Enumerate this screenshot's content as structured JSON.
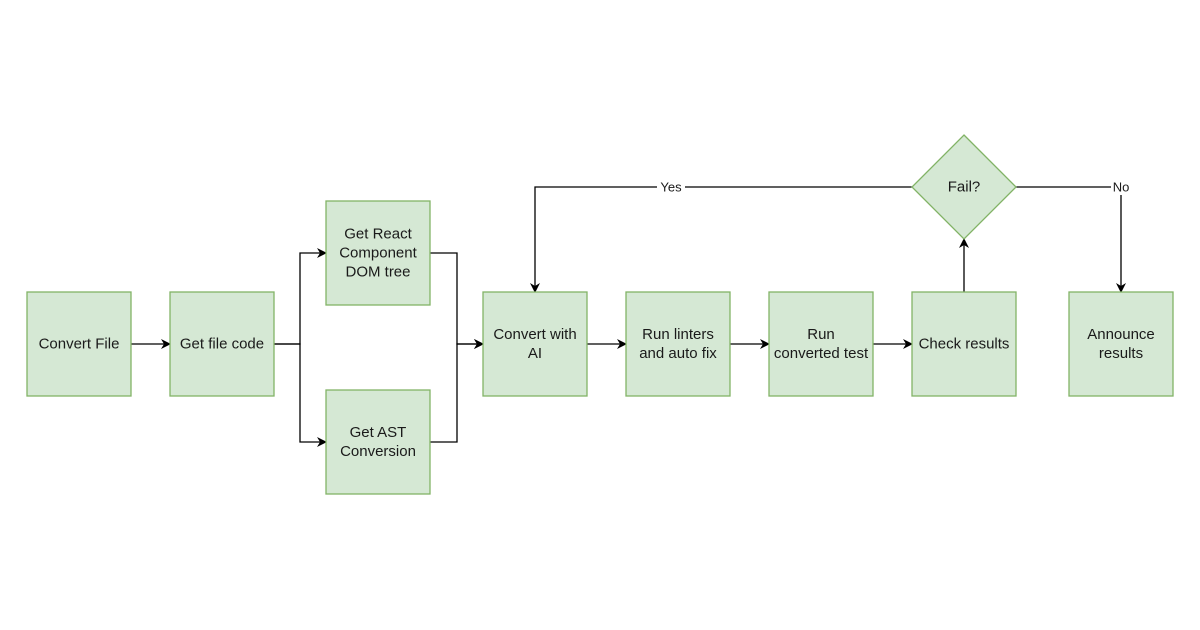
{
  "colors": {
    "node_fill": "#d5e8d4",
    "node_stroke": "#82b366",
    "edge": "#000000",
    "background": "#ffffff"
  },
  "nodes": [
    {
      "id": "convert-file",
      "shape": "rect",
      "lines": [
        "Convert File"
      ]
    },
    {
      "id": "get-file-code",
      "shape": "rect",
      "lines": [
        "Get file code"
      ]
    },
    {
      "id": "get-react-dom",
      "shape": "rect",
      "lines": [
        "Get React",
        "Component",
        "DOM tree"
      ]
    },
    {
      "id": "get-ast",
      "shape": "rect",
      "lines": [
        "Get AST",
        "Conversion"
      ]
    },
    {
      "id": "convert-ai",
      "shape": "rect",
      "lines": [
        "Convert with",
        "AI"
      ]
    },
    {
      "id": "run-linters",
      "shape": "rect",
      "lines": [
        "Run linters",
        "and auto fix"
      ]
    },
    {
      "id": "run-test",
      "shape": "rect",
      "lines": [
        "Run",
        "converted test"
      ]
    },
    {
      "id": "check-results",
      "shape": "rect",
      "lines": [
        "Check results"
      ]
    },
    {
      "id": "fail-decision",
      "shape": "diamond",
      "lines": [
        "Fail?"
      ]
    },
    {
      "id": "announce-results",
      "shape": "rect",
      "lines": [
        "Announce",
        "results"
      ]
    }
  ],
  "edges": [
    {
      "id": "convert-file-to-get-file-code",
      "from": "convert-file",
      "to": "get-file-code",
      "label": ""
    },
    {
      "id": "get-file-code-to-get-react-dom",
      "from": "get-file-code",
      "to": "get-react-dom",
      "label": ""
    },
    {
      "id": "get-file-code-to-get-ast",
      "from": "get-file-code",
      "to": "get-ast",
      "label": ""
    },
    {
      "id": "get-react-dom-to-convert-ai",
      "from": "get-react-dom",
      "to": "convert-ai",
      "label": ""
    },
    {
      "id": "get-ast-to-convert-ai",
      "from": "get-ast",
      "to": "convert-ai",
      "label": ""
    },
    {
      "id": "convert-ai-to-run-linters",
      "from": "convert-ai",
      "to": "run-linters",
      "label": ""
    },
    {
      "id": "run-linters-to-run-test",
      "from": "run-linters",
      "to": "run-test",
      "label": ""
    },
    {
      "id": "run-test-to-check-results",
      "from": "run-test",
      "to": "check-results",
      "label": ""
    },
    {
      "id": "check-results-to-fail",
      "from": "check-results",
      "to": "fail-decision",
      "label": ""
    },
    {
      "id": "fail-to-convert-ai",
      "from": "fail-decision",
      "to": "convert-ai",
      "label": "Yes"
    },
    {
      "id": "fail-to-announce",
      "from": "fail-decision",
      "to": "announce-results",
      "label": "No"
    }
  ]
}
